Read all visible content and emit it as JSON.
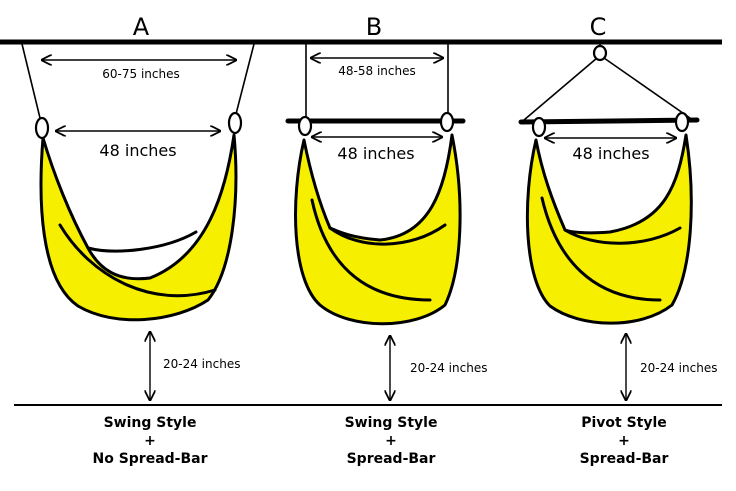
{
  "panels": [
    {
      "letter": "A",
      "top_width": "60-75 inches",
      "seat_width": "48 inches",
      "height": "20-24 inches",
      "caption": [
        "Swing Style",
        "+",
        "No Spread-Bar"
      ]
    },
    {
      "letter": "B",
      "top_width": "48-58 inches",
      "seat_width": "48 inches",
      "height": "20-24 inches",
      "caption": [
        "Swing Style",
        "+",
        "Spread-Bar"
      ]
    },
    {
      "letter": "C",
      "top_width": "",
      "seat_width": "48 inches",
      "height": "20-24 inches",
      "caption": [
        "Pivot Style",
        "+",
        "Spread-Bar"
      ]
    }
  ],
  "colors": {
    "fabric": "#f6f000",
    "line": "#000000",
    "background": "#ffffff"
  }
}
